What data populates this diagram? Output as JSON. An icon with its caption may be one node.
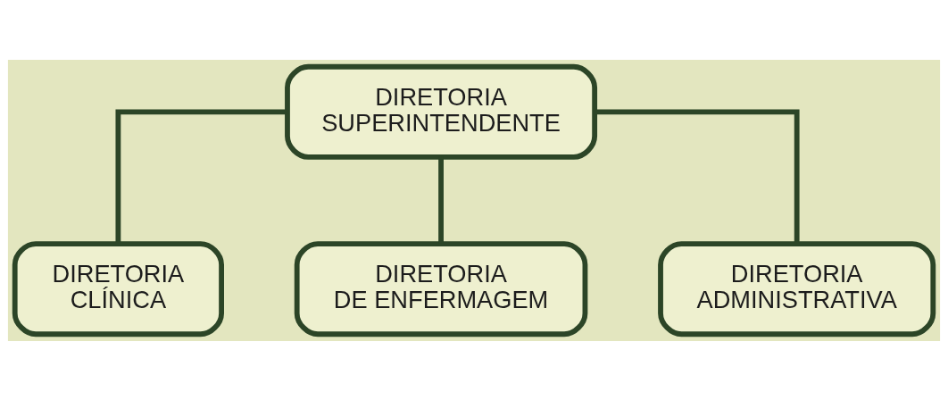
{
  "diagram": {
    "nodes": [
      {
        "text": [
          "DIRETORIA SUPERINTENDENTE"
        ]
      },
      {
        "text": [
          "DIRETORIA CLÍNICA"
        ]
      },
      {
        "text": [
          "DIRETORIA DE ENFERMAGEM"
        ]
      },
      {
        "text": [
          "DIRETORIA ADMINISTRATIVA"
        ]
      }
    ],
    "edges": [
      {
        "from": 0,
        "to": 1,
        "arrow": "none"
      },
      {
        "from": 0,
        "to": 2,
        "arrow": "none"
      },
      {
        "from": 0,
        "to": 3,
        "arrow": "none"
      }
    ]
  }
}
